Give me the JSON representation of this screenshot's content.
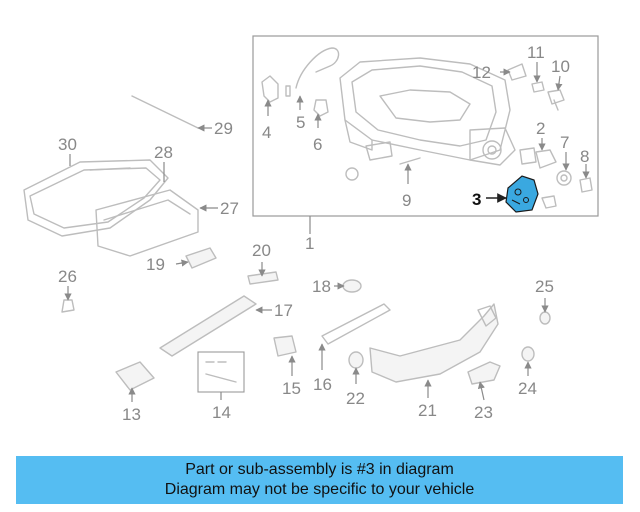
{
  "diagram": {
    "highlighted_part": "3",
    "highlight_color": "#3aa8e0",
    "labels": {
      "p1": "1",
      "p2": "2",
      "p3": "3",
      "p4": "4",
      "p5": "5",
      "p6": "6",
      "p7": "7",
      "p8": "8",
      "p9": "9",
      "p10": "10",
      "p11": "11",
      "p12": "12",
      "p13": "13",
      "p14": "14",
      "p15": "15",
      "p16": "16",
      "p17": "17",
      "p18": "18",
      "p19": "19",
      "p20": "20",
      "p21": "21",
      "p22": "22",
      "p23": "23",
      "p24": "24",
      "p25": "25",
      "p26": "26",
      "p27": "27",
      "p28": "28",
      "p29": "29",
      "p30": "30"
    }
  },
  "banner": {
    "line1": "Part or sub-assembly is #3 in diagram",
    "line2": "Diagram may not be specific to your vehicle",
    "color": "#55bdf2"
  }
}
